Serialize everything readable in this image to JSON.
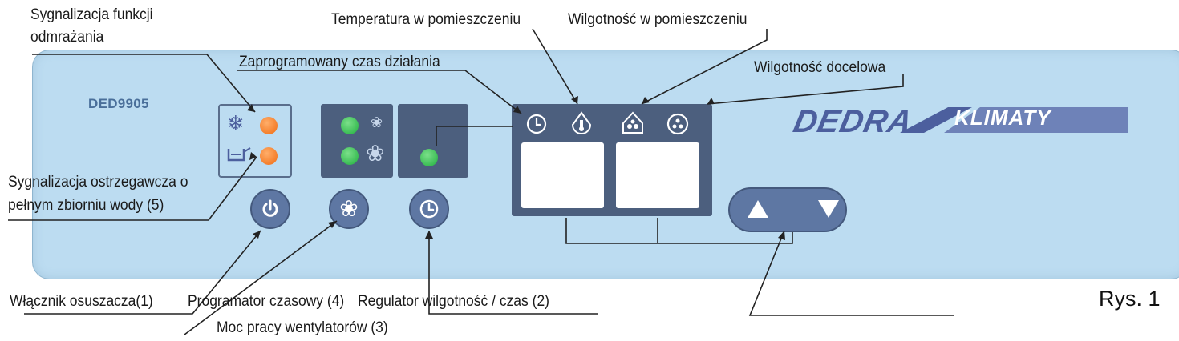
{
  "callouts": {
    "defrost": [
      "Sygnalizacja funkcji",
      "odmrażania"
    ],
    "room_temp": "Temperatura w pomieszczeniu",
    "room_humidity": "Wilgotność w pomieszczeniu",
    "programmed_time": "Zaprogramowany czas działania",
    "target_humidity": "Wilgotność docelowa",
    "tank_warning": [
      "Sygnalizacja ostrzegawcza o",
      "pełnym zbiorniu wody (5)"
    ],
    "power_switch": "Włącznik osuszacza(1)",
    "timer": "Programator czasowy (4)",
    "humidity_time_regulator": "Regulator wilgotność / czas (2)",
    "fan_power": "Moc pracy wentylatorów (3)"
  },
  "panel": {
    "model": "DED9905",
    "brand_main": "DEDRA",
    "brand_sub": "KLIMATY"
  },
  "figure_label": "Rys. 1",
  "colors": {
    "panel": "#bcdcf1",
    "control_block": "#4c5f7e",
    "button": "#5e77a3",
    "led_orange": "#f06a10",
    "led_green": "#1fae3d"
  },
  "icons": [
    "snowflake-icon",
    "water-tank-icon",
    "power-icon",
    "fan-icon",
    "clock-icon",
    "thermometer-icon",
    "humidity-drop-icon",
    "target-humidity-icon",
    "arrow-up-icon",
    "arrow-down-icon"
  ]
}
